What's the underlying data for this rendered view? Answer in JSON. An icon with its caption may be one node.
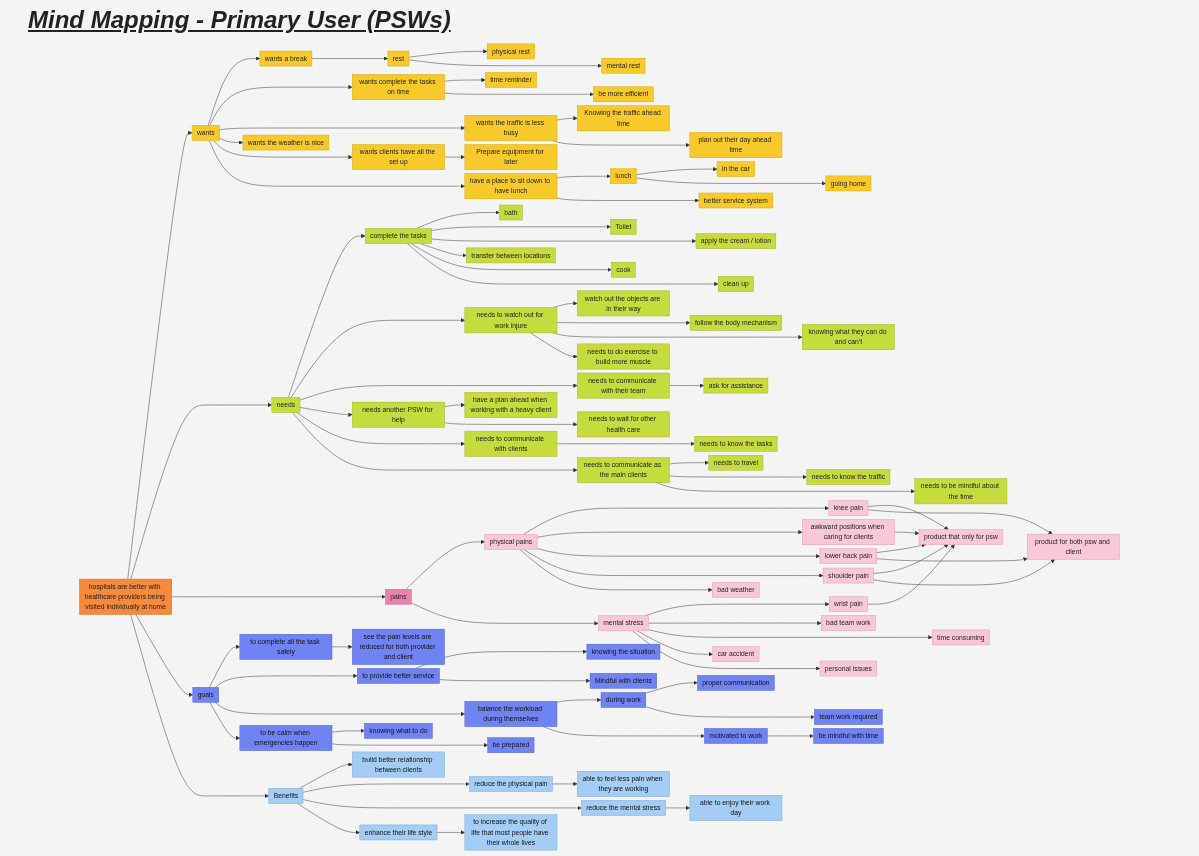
{
  "diagram": {
    "title": "Mind Mapping - Primary User (PSWs)",
    "nodes": [
      {
        "text": [
          "hospitals are better with healthcare providers being visited individually at home"
        ]
      },
      {
        "text": [
          "wants"
        ]
      },
      {
        "text": [
          "needs"
        ]
      },
      {
        "text": [
          "pains"
        ]
      },
      {
        "text": [
          "goals"
        ]
      },
      {
        "text": [
          "Benefits"
        ]
      },
      {
        "text": [
          "wants a break"
        ]
      },
      {
        "text": [
          "wants complete the tasks on time"
        ]
      },
      {
        "text": [
          "wants the traffic is less busy"
        ]
      },
      {
        "text": [
          "wants the weather is nice"
        ]
      },
      {
        "text": [
          "wants clients have all the set up"
        ]
      },
      {
        "text": [
          "Prepare equipment for later"
        ]
      },
      {
        "text": [
          "have a place to sit down to have lunch"
        ]
      },
      {
        "text": [
          "rest"
        ]
      },
      {
        "text": [
          "lunch"
        ]
      },
      {
        "text": [
          "physical rest"
        ]
      },
      {
        "text": [
          "mental rest"
        ]
      },
      {
        "text": [
          "in the car"
        ]
      },
      {
        "text": [
          "going home"
        ]
      },
      {
        "text": [
          "better service system"
        ]
      },
      {
        "text": [
          "time reminder"
        ]
      },
      {
        "text": [
          "be more efficient"
        ]
      },
      {
        "text": [
          "Knowing the traffic ahead time"
        ]
      },
      {
        "text": [
          "plan out their day ahead time"
        ]
      },
      {
        "text": [
          "complete the tasks"
        ]
      },
      {
        "text": [
          "bath"
        ]
      },
      {
        "text": [
          "Toilet"
        ]
      },
      {
        "text": [
          "apply the cream / lotion"
        ]
      },
      {
        "text": [
          "transfer between locations"
        ]
      },
      {
        "text": [
          "cook"
        ]
      },
      {
        "text": [
          "clean up"
        ]
      },
      {
        "text": [
          "needs to watch out for work injure"
        ]
      },
      {
        "text": [
          "watch out the objects are in their way"
        ]
      },
      {
        "text": [
          "follow the body mechanism"
        ]
      },
      {
        "text": [
          "knowing what they can do and can't"
        ]
      },
      {
        "text": [
          "needs to do exercise to build more muscle"
        ]
      },
      {
        "text": [
          "needs to communicate with their team"
        ]
      },
      {
        "text": [
          "ask for assistance"
        ]
      },
      {
        "text": [
          "needs another PSW for help"
        ]
      },
      {
        "text": [
          "have a plan ahead when working with a heavy client"
        ]
      },
      {
        "text": [
          "needs to wait for other health care"
        ]
      },
      {
        "text": [
          "needs to communicate with clients"
        ]
      },
      {
        "text": [
          "needs to know the tasks"
        ]
      },
      {
        "text": [
          "needs to communicate as the main clients"
        ]
      },
      {
        "text": [
          "needs to travel"
        ]
      },
      {
        "text": [
          "needs to know the traffic"
        ]
      },
      {
        "text": [
          "needs to be mindful about the time"
        ]
      },
      {
        "text": [
          "physical pains"
        ]
      },
      {
        "text": [
          "mental stress"
        ]
      },
      {
        "text": [
          "knee pain"
        ]
      },
      {
        "text": [
          "awkward positions when caring for clients"
        ]
      },
      {
        "text": [
          "lower back pain"
        ]
      },
      {
        "text": [
          "shoulder pain"
        ]
      },
      {
        "text": [
          "wrist pain"
        ]
      },
      {
        "text": [
          "product that only for psw"
        ]
      },
      {
        "text": [
          "product for both psw and client"
        ]
      },
      {
        "text": [
          "bad weather"
        ]
      },
      {
        "text": [
          "bad team work"
        ]
      },
      {
        "text": [
          "time consuming"
        ]
      },
      {
        "text": [
          "car accident"
        ]
      },
      {
        "text": [
          "personal issues"
        ]
      },
      {
        "text": [
          "to complete all the task safely"
        ]
      },
      {
        "text": [
          "see the pain levels are reduced for both provider and client"
        ]
      },
      {
        "text": [
          "knowing the situation"
        ]
      },
      {
        "text": [
          "to provide better service"
        ]
      },
      {
        "text": [
          "Mindful with clients"
        ]
      },
      {
        "text": [
          "balance the workload during themselves"
        ]
      },
      {
        "text": [
          "during work"
        ]
      },
      {
        "text": [
          "proper communication"
        ]
      },
      {
        "text": [
          "team work required"
        ]
      },
      {
        "text": [
          "motivated to work"
        ]
      },
      {
        "text": [
          "be mindful with time"
        ]
      },
      {
        "text": [
          "to be calm when emergencies happen"
        ]
      },
      {
        "text": [
          "knowing what to do"
        ]
      },
      {
        "text": [
          "be prepared"
        ]
      },
      {
        "text": [
          "build better relationship between clients"
        ]
      },
      {
        "text": [
          "reduce the physical pain"
        ]
      },
      {
        "text": [
          "reduce the mental stress"
        ]
      },
      {
        "text": [
          "enhance their life style"
        ]
      },
      {
        "text": [
          "able to feel less pain when they are working"
        ]
      },
      {
        "text": [
          "able to enjoy their work day"
        ]
      },
      {
        "text": [
          "to increase the quality of life that most people have their whole lives"
        ]
      }
    ],
    "edges": [
      {
        "from": 0,
        "to": 1,
        "arrow": "to"
      },
      {
        "from": 0,
        "to": 2,
        "arrow": "to"
      },
      {
        "from": 0,
        "to": 3,
        "arrow": "to"
      },
      {
        "from": 0,
        "to": 4,
        "arrow": "to"
      },
      {
        "from": 0,
        "to": 5,
        "arrow": "to"
      },
      {
        "from": 1,
        "to": 6,
        "arrow": "to"
      },
      {
        "from": 1,
        "to": 7,
        "arrow": "to"
      },
      {
        "from": 1,
        "to": 8,
        "arrow": "to"
      },
      {
        "from": 1,
        "to": 9,
        "arrow": "to"
      },
      {
        "from": 1,
        "to": 10,
        "arrow": "to"
      },
      {
        "from": 10,
        "to": 11,
        "arrow": "to"
      },
      {
        "from": 1,
        "to": 12,
        "arrow": "to"
      },
      {
        "from": 6,
        "to": 13,
        "arrow": "to"
      },
      {
        "from": 12,
        "to": 14,
        "arrow": "to"
      },
      {
        "from": 12,
        "to": 19,
        "arrow": "to"
      },
      {
        "from": 13,
        "to": 15,
        "arrow": "to"
      },
      {
        "from": 13,
        "to": 16,
        "arrow": "to"
      },
      {
        "from": 14,
        "to": 17,
        "arrow": "to"
      },
      {
        "from": 14,
        "to": 18,
        "arrow": "to"
      },
      {
        "from": 7,
        "to": 20,
        "arrow": "to"
      },
      {
        "from": 7,
        "to": 21,
        "arrow": "to"
      },
      {
        "from": 8,
        "to": 22,
        "arrow": "to"
      },
      {
        "from": 8,
        "to": 23,
        "arrow": "to"
      },
      {
        "from": 2,
        "to": 24,
        "arrow": "to"
      },
      {
        "from": 24,
        "to": 25,
        "arrow": "to"
      },
      {
        "from": 24,
        "to": 26,
        "arrow": "to"
      },
      {
        "from": 24,
        "to": 27,
        "arrow": "to"
      },
      {
        "from": 24,
        "to": 28,
        "arrow": "to"
      },
      {
        "from": 24,
        "to": 29,
        "arrow": "to"
      },
      {
        "from": 24,
        "to": 30,
        "arrow": "to"
      },
      {
        "from": 2,
        "to": 31,
        "arrow": "to"
      },
      {
        "from": 31,
        "to": 32,
        "arrow": "to"
      },
      {
        "from": 31,
        "to": 33,
        "arrow": "to"
      },
      {
        "from": 31,
        "to": 34,
        "arrow": "to"
      },
      {
        "from": 31,
        "to": 35,
        "arrow": "to"
      },
      {
        "from": 2,
        "to": 36,
        "arrow": "to"
      },
      {
        "from": 36,
        "to": 37,
        "arrow": "to"
      },
      {
        "from": 2,
        "to": 38,
        "arrow": "to"
      },
      {
        "from": 38,
        "to": 39,
        "arrow": "to"
      },
      {
        "from": 38,
        "to": 40,
        "arrow": "to"
      },
      {
        "from": 2,
        "to": 41,
        "arrow": "to"
      },
      {
        "from": 41,
        "to": 42,
        "arrow": "to"
      },
      {
        "from": 2,
        "to": 43,
        "arrow": "to"
      },
      {
        "from": 43,
        "to": 44,
        "arrow": "to"
      },
      {
        "from": 43,
        "to": 45,
        "arrow": "to"
      },
      {
        "from": 43,
        "to": 46,
        "arrow": "to"
      },
      {
        "from": 3,
        "to": 47,
        "arrow": "to"
      },
      {
        "from": 3,
        "to": 48,
        "arrow": "to"
      },
      {
        "from": 47,
        "to": 49,
        "arrow": "to"
      },
      {
        "from": 47,
        "to": 50,
        "arrow": "to"
      },
      {
        "from": 47,
        "to": 51,
        "arrow": "to"
      },
      {
        "from": 47,
        "to": 52,
        "arrow": "to"
      },
      {
        "from": 47,
        "to": 56,
        "arrow": "to"
      },
      {
        "from": 49,
        "to": 54,
        "arrow": "to"
      },
      {
        "from": 49,
        "to": 55,
        "arrow": "to"
      },
      {
        "from": 50,
        "to": 54,
        "arrow": "to"
      },
      {
        "from": 51,
        "to": 54,
        "arrow": "to"
      },
      {
        "from": 51,
        "to": 55,
        "arrow": "to"
      },
      {
        "from": 52,
        "to": 54,
        "arrow": "to"
      },
      {
        "from": 52,
        "to": 55,
        "arrow": "to"
      },
      {
        "from": 53,
        "to": 54,
        "arrow": "to"
      },
      {
        "from": 48,
        "to": 53,
        "arrow": "to"
      },
      {
        "from": 48,
        "to": 57,
        "arrow": "to"
      },
      {
        "from": 48,
        "to": 58,
        "arrow": "to"
      },
      {
        "from": 48,
        "to": 59,
        "arrow": "to"
      },
      {
        "from": 48,
        "to": 60,
        "arrow": "to"
      },
      {
        "from": 4,
        "to": 61,
        "arrow": "to"
      },
      {
        "from": 61,
        "to": 62,
        "arrow": "to"
      },
      {
        "from": 4,
        "to": 64,
        "arrow": "to"
      },
      {
        "from": 64,
        "to": 63,
        "arrow": "to"
      },
      {
        "from": 64,
        "to": 65,
        "arrow": "to"
      },
      {
        "from": 4,
        "to": 66,
        "arrow": "to"
      },
      {
        "from": 66,
        "to": 67,
        "arrow": "to"
      },
      {
        "from": 67,
        "to": 68,
        "arrow": "to"
      },
      {
        "from": 67,
        "to": 69,
        "arrow": "to"
      },
      {
        "from": 66,
        "to": 70,
        "arrow": "to"
      },
      {
        "from": 70,
        "to": 71,
        "arrow": "to"
      },
      {
        "from": 4,
        "to": 72,
        "arrow": "to"
      },
      {
        "from": 72,
        "to": 73,
        "arrow": "to"
      },
      {
        "from": 72,
        "to": 74,
        "arrow": "to"
      },
      {
        "from": 5,
        "to": 75,
        "arrow": "to"
      },
      {
        "from": 5,
        "to": 76,
        "arrow": "to"
      },
      {
        "from": 5,
        "to": 77,
        "arrow": "to"
      },
      {
        "from": 5,
        "to": 78,
        "arrow": "to"
      },
      {
        "from": 76,
        "to": 79,
        "arrow": "to"
      },
      {
        "from": 77,
        "to": 80,
        "arrow": "to"
      },
      {
        "from": 78,
        "to": 81,
        "arrow": "to"
      }
    ]
  }
}
